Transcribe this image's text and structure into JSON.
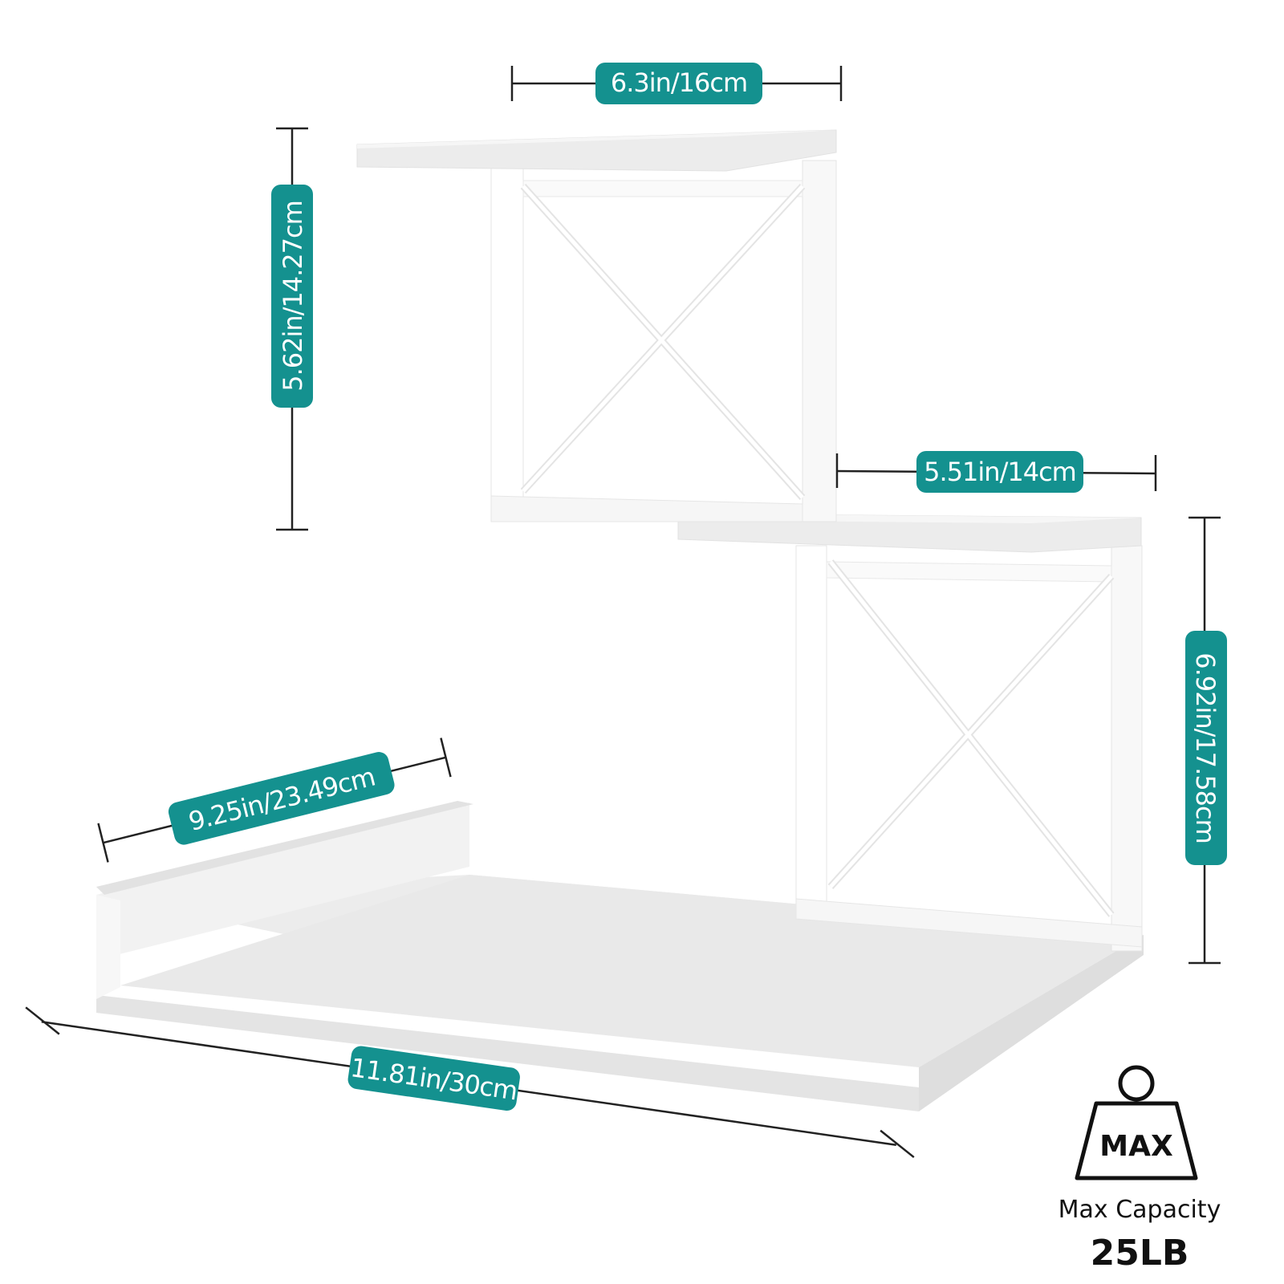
{
  "dimensions": {
    "top_shelf_width": "6.3in/16cm",
    "top_tier_height": "5.62in/14.27cm",
    "middle_shelf_width": "5.51in/14cm",
    "middle_tier_height": "6.92in/17.58cm",
    "base_depth": "9.25in/23.49cm",
    "base_length": "11.81in/30cm"
  },
  "capacity": {
    "icon_text": "MAX",
    "label": "Max Capacity",
    "value": "25LB"
  },
  "colors": {
    "accent": "#14918f",
    "line": "#222222",
    "shelf_face": "#f4f4f4",
    "shelf_top": "#ebebeb",
    "shelf_edge": "#e0e0e0"
  },
  "icons": {
    "weight": "kettlebell-weight-icon"
  }
}
